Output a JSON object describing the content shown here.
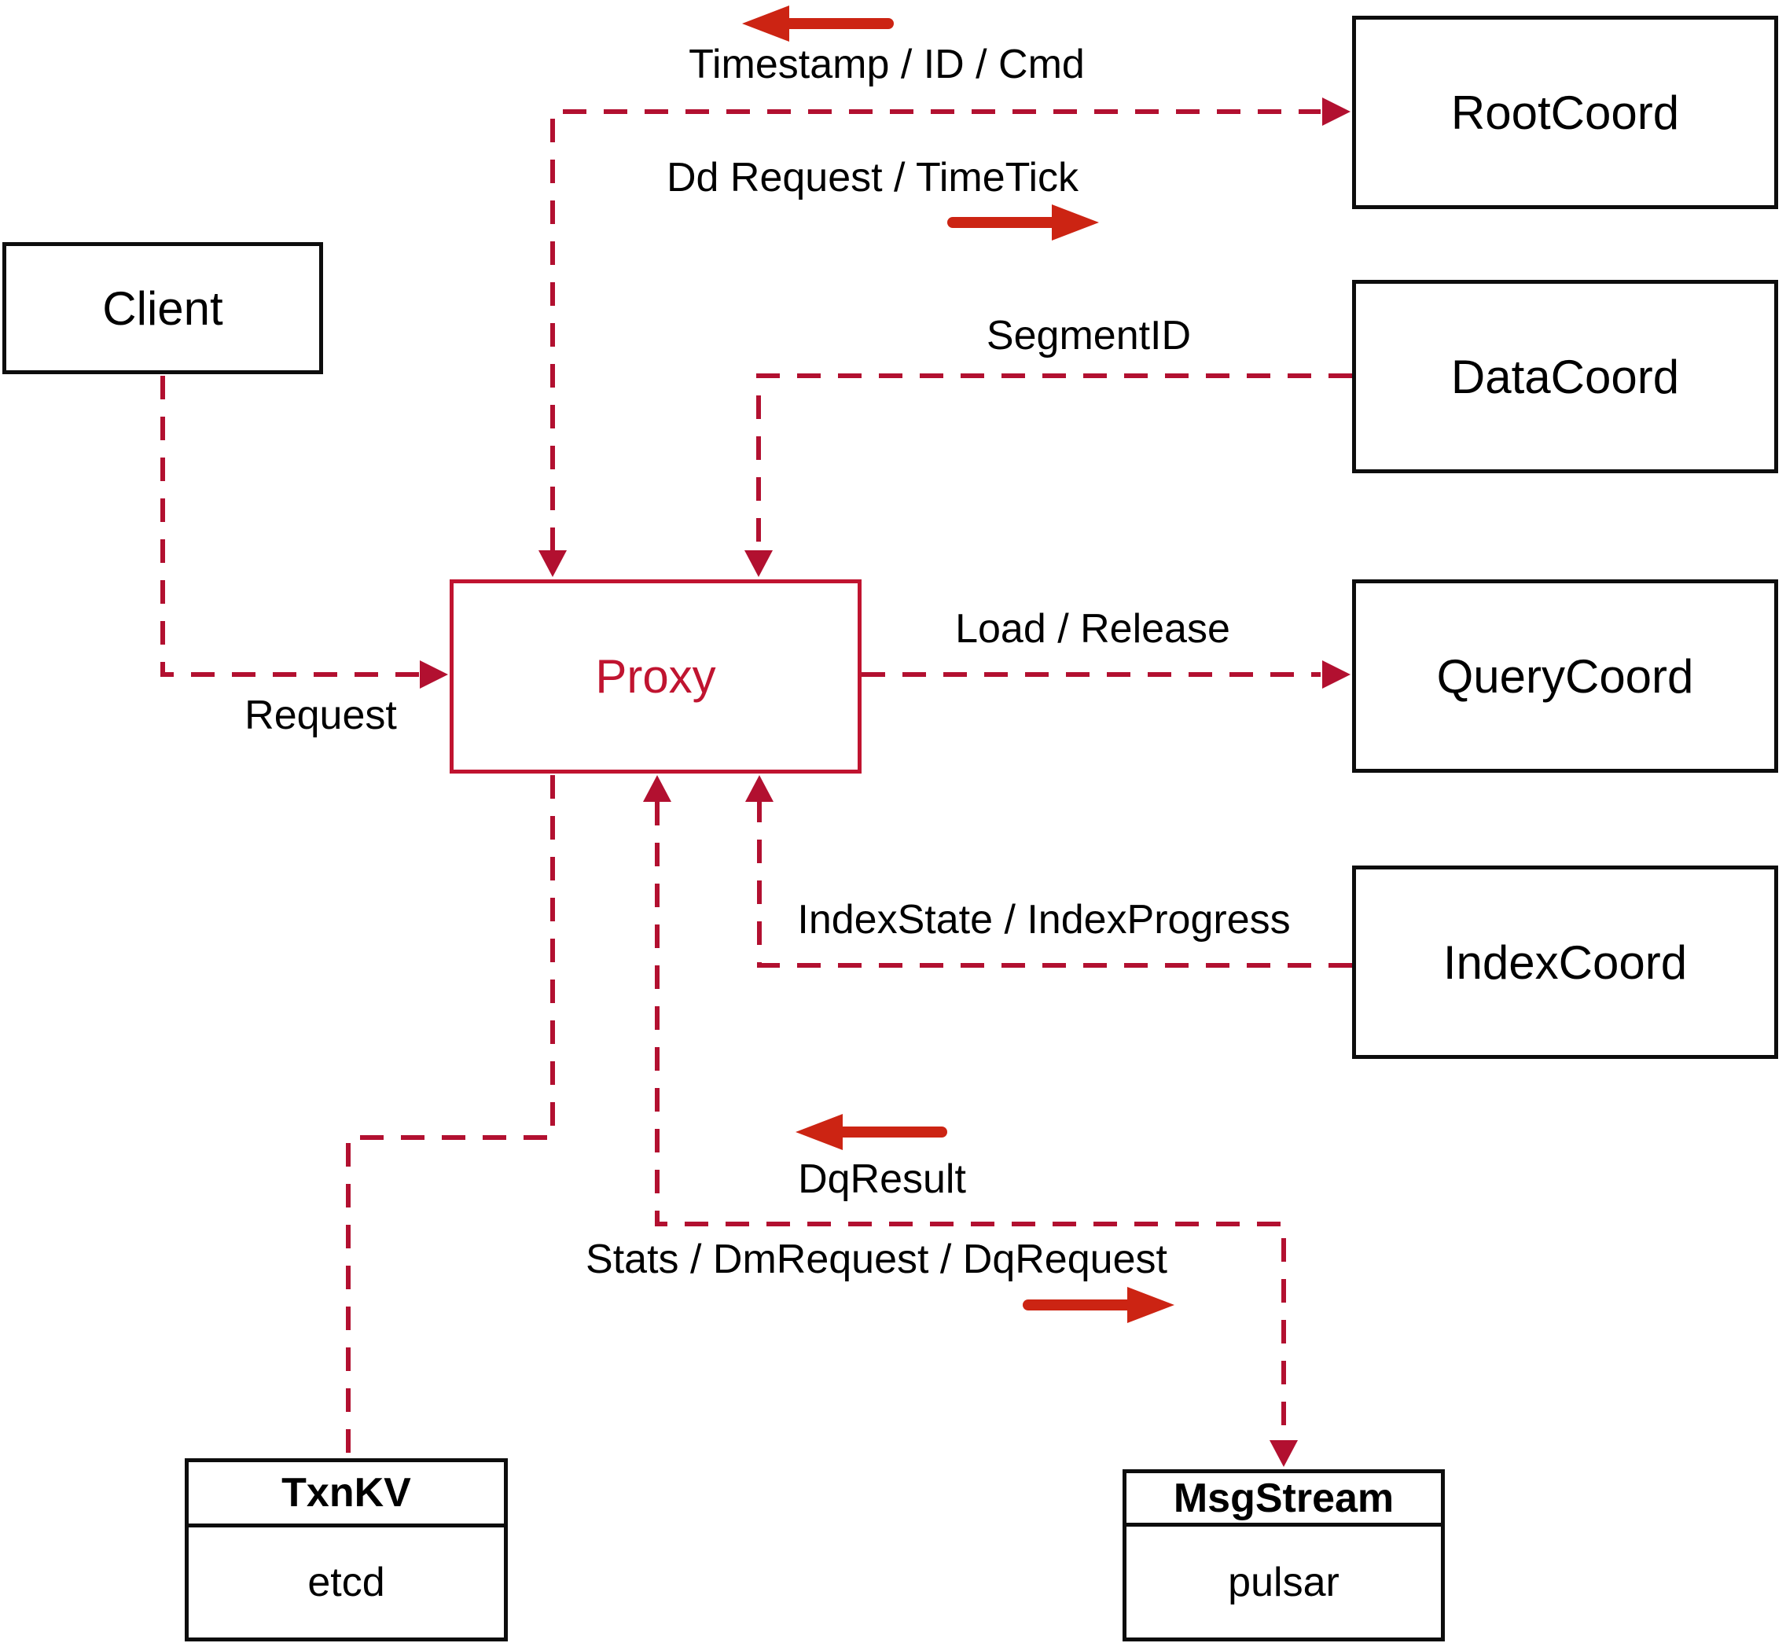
{
  "nodes": {
    "client": {
      "label": "Client"
    },
    "proxy": {
      "label": "Proxy"
    },
    "root_coord": {
      "label": "RootCoord"
    },
    "data_coord": {
      "label": "DataCoord"
    },
    "query_coord": {
      "label": "QueryCoord"
    },
    "index_coord": {
      "label": "IndexCoord"
    },
    "txn_kv": {
      "title": "TxnKV",
      "impl": "etcd"
    },
    "msg_stream": {
      "title": "MsgStream",
      "impl": "pulsar"
    }
  },
  "edge_labels": {
    "timestamp": "Timestamp / ID / Cmd",
    "dd_request": "Dd Request / TimeTick",
    "segment_id": "SegmentID",
    "load_release": "Load / Release",
    "index_state": "IndexState / IndexProgress",
    "request": "Request",
    "dq_result": "DqResult",
    "stats": "Stats / DmRequest / DqRequest"
  },
  "connections": [
    {
      "from": "Client",
      "to": "Proxy",
      "label": "Request",
      "direction": "to-proxy"
    },
    {
      "from": "Proxy",
      "to": "RootCoord",
      "label": "Dd Request / TimeTick",
      "direction": "both",
      "reverse_label": "Timestamp / ID / Cmd"
    },
    {
      "from": "DataCoord",
      "to": "Proxy",
      "label": "SegmentID",
      "direction": "to-proxy"
    },
    {
      "from": "Proxy",
      "to": "QueryCoord",
      "label": "Load / Release",
      "direction": "to-querycoord"
    },
    {
      "from": "IndexCoord",
      "to": "Proxy",
      "label": "IndexState / IndexProgress",
      "direction": "to-proxy"
    },
    {
      "from": "Proxy",
      "to": "MsgStream",
      "label": "Stats / DmRequest / DqRequest",
      "direction": "both",
      "reverse_label": "DqResult"
    },
    {
      "from": "Proxy",
      "to": "TxnKV",
      "label": "",
      "direction": "none"
    }
  ],
  "colors": {
    "dashed_line": "#b21030",
    "solid_arrow": "#cc2413",
    "proxy_accent": "#c01430",
    "box_border": "#0d0d0d",
    "background": "#ffffff"
  }
}
